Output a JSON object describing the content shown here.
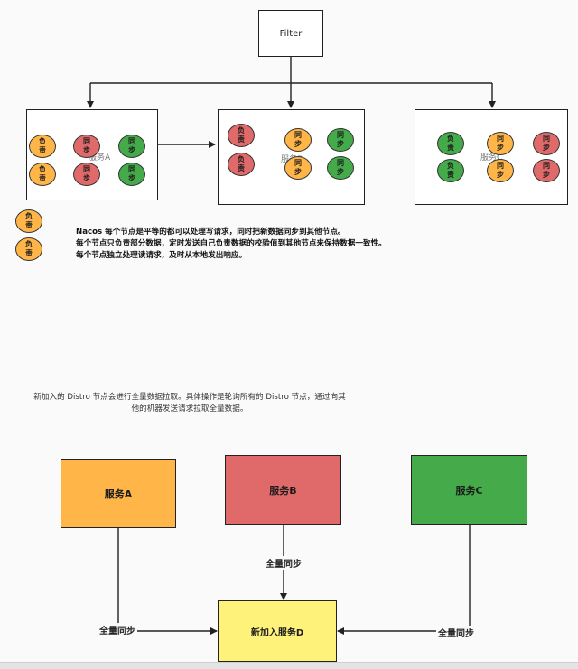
{
  "top_diagram": {
    "filter_label": "Filter",
    "nodes": [
      {
        "label": "服务A",
        "badges": [
          {
            "text": [
              "负",
              "责"
            ],
            "color": "orange"
          },
          {
            "text": [
              "同",
              "步"
            ],
            "color": "red"
          },
          {
            "text": [
              "同",
              "步"
            ],
            "color": "green"
          },
          {
            "text": [
              "负",
              "责"
            ],
            "color": "orange"
          },
          {
            "text": [
              "同",
              "步"
            ],
            "color": "red"
          },
          {
            "text": [
              "同",
              "步"
            ],
            "color": "green"
          }
        ]
      },
      {
        "label": "服务B",
        "badges": [
          {
            "text": [
              "负",
              "责"
            ],
            "color": "red"
          },
          {
            "text": [
              "同",
              "步"
            ],
            "color": "orange"
          },
          {
            "text": [
              "同",
              "步"
            ],
            "color": "green"
          },
          {
            "text": [
              "负",
              "责"
            ],
            "color": "red"
          },
          {
            "text": [
              "同",
              "步"
            ],
            "color": "orange"
          },
          {
            "text": [
              "同",
              "步"
            ],
            "color": "green"
          }
        ]
      },
      {
        "label": "服务C",
        "badges": [
          {
            "text": [
              "负",
              "责"
            ],
            "color": "green"
          },
          {
            "text": [
              "同",
              "步"
            ],
            "color": "orange"
          },
          {
            "text": [
              "同",
              "步"
            ],
            "color": "red"
          },
          {
            "text": [
              "负",
              "责"
            ],
            "color": "green"
          },
          {
            "text": [
              "同",
              "步"
            ],
            "color": "orange"
          },
          {
            "text": [
              "同",
              "步"
            ],
            "color": "red"
          }
        ]
      }
    ],
    "loose_badges": [
      {
        "text": [
          "负",
          "责"
        ],
        "color": "orange"
      },
      {
        "text": [
          "负",
          "责"
        ],
        "color": "orange"
      }
    ]
  },
  "notes": [
    "Nacos 每个节点是平等的都可以处理写请求，同时把新数据同步到其他节点。",
    "每个节点只负责部分数据，定时发送自己负责数据的校验值到其他节点来保持数据一致性。",
    "每个节点独立处理读请求，及时从本地发出响应。"
  ],
  "paragraph": [
    "新加入的 Distro 节点会进行全量数据拉取。具体操作是轮询所有的 Distro 节点，通过向其",
    "他的机器发送请求拉取全量数据。"
  ],
  "bottom_diagram": {
    "service_a": "服务A",
    "service_b": "服务B",
    "service_c": "服务C",
    "new_service": "新加入服务D",
    "edge_label_left": "全量同步",
    "edge_label_middle": "全量同步",
    "edge_label_right": "全量同步"
  },
  "colors": {
    "orange": "#ffb547",
    "red": "#e06a6a",
    "green": "#44aa4a",
    "yellow": "#fff27a"
  }
}
